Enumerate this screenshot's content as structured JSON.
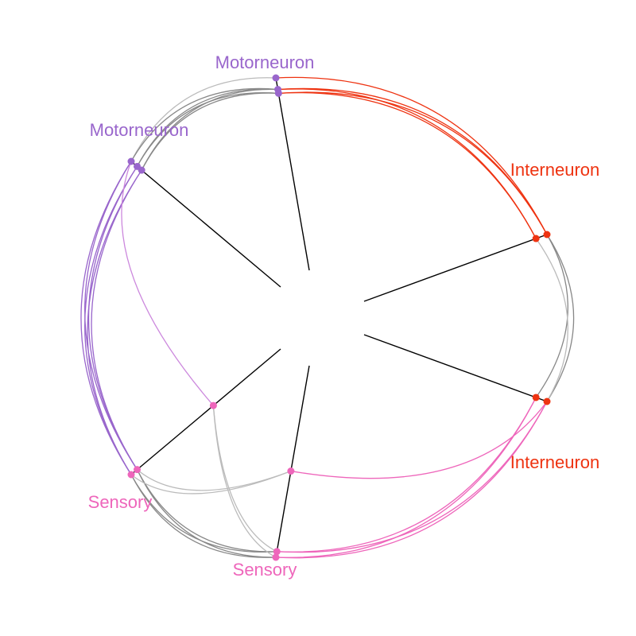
{
  "colors": {
    "motorneuron": "#9966cc",
    "interneuron": "#ee3311",
    "sensory": "#ee66bb",
    "gray_edge": "#888888",
    "light_gray_edge": "#bbbbbb",
    "axis": "#000000",
    "background": "#ffffff"
  },
  "axes": {
    "labels": [
      "Motorneuron",
      "Motorneuron",
      "Interneuron",
      "Interneuron",
      "Sensory",
      "Sensory"
    ]
  },
  "chart_data": {
    "type": "hive-plot",
    "axes": [
      {
        "label": "Motorneuron",
        "group": "motorneuron"
      },
      {
        "label": "Interneuron",
        "group": "interneuron"
      },
      {
        "label": "Interneuron",
        "group": "interneuron"
      },
      {
        "label": "Sensory",
        "group": "sensory"
      },
      {
        "label": "Sensory",
        "group": "sensory"
      },
      {
        "label": "Motorneuron",
        "group": "motorneuron"
      }
    ],
    "nodes": [
      {
        "id": "m1a",
        "axis": 0,
        "r": 1.0
      },
      {
        "id": "m1b",
        "axis": 0,
        "r": 0.94
      },
      {
        "id": "m1c",
        "axis": 0,
        "r": 0.92
      },
      {
        "id": "i1a",
        "axis": 1,
        "r": 1.0
      },
      {
        "id": "i1b",
        "axis": 1,
        "r": 0.94
      },
      {
        "id": "i2a",
        "axis": 2,
        "r": 1.0
      },
      {
        "id": "i2b",
        "axis": 2,
        "r": 0.94
      },
      {
        "id": "s1a",
        "axis": 3,
        "r": 1.0
      },
      {
        "id": "s1b",
        "axis": 3,
        "r": 0.97
      },
      {
        "id": "s1c",
        "axis": 3,
        "r": 0.55
      },
      {
        "id": "s2a",
        "axis": 4,
        "r": 1.0
      },
      {
        "id": "s2b",
        "axis": 4,
        "r": 0.96
      },
      {
        "id": "s2c",
        "axis": 4,
        "r": 0.45
      },
      {
        "id": "m2a",
        "axis": 5,
        "r": 1.0
      },
      {
        "id": "m2b",
        "axis": 5,
        "r": 0.96
      },
      {
        "id": "m2c",
        "axis": 5,
        "r": 0.93
      }
    ],
    "edges": [
      {
        "from": "m1a",
        "to": "i1a",
        "color": "interneuron"
      },
      {
        "from": "m1b",
        "to": "i1a",
        "color": "interneuron"
      },
      {
        "from": "m1b",
        "to": "i1b",
        "color": "interneuron"
      },
      {
        "from": "m1c",
        "to": "i1a",
        "color": "interneuron"
      },
      {
        "from": "m1c",
        "to": "i1b",
        "color": "interneuron"
      },
      {
        "from": "i1a",
        "to": "i2a",
        "color": "gray"
      },
      {
        "from": "i1a",
        "to": "i2b",
        "color": "gray"
      },
      {
        "from": "i1b",
        "to": "i2a",
        "color": "light_gray"
      },
      {
        "from": "i2a",
        "to": "s1a",
        "color": "sensory"
      },
      {
        "from": "i2a",
        "to": "s1b",
        "color": "sensory"
      },
      {
        "from": "i2b",
        "to": "s1a",
        "color": "sensory"
      },
      {
        "from": "i2b",
        "to": "s1b",
        "color": "sensory"
      },
      {
        "from": "i2a",
        "to": "s1c",
        "color": "sensory"
      },
      {
        "from": "s1a",
        "to": "s2a",
        "color": "gray"
      },
      {
        "from": "s1a",
        "to": "s2b",
        "color": "gray"
      },
      {
        "from": "s1b",
        "to": "s2a",
        "color": "gray"
      },
      {
        "from": "s1b",
        "to": "s2b",
        "color": "gray"
      },
      {
        "from": "s1a",
        "to": "s2c",
        "color": "light_gray"
      },
      {
        "from": "s1b",
        "to": "s2c",
        "color": "light_gray"
      },
      {
        "from": "s1c",
        "to": "s2b",
        "color": "light_gray"
      },
      {
        "from": "s1c",
        "to": "s2a",
        "color": "light_gray"
      },
      {
        "from": "s2a",
        "to": "m2a",
        "color": "motorneuron"
      },
      {
        "from": "s2a",
        "to": "m2b",
        "color": "motorneuron"
      },
      {
        "from": "s2b",
        "to": "m2a",
        "color": "motorneuron"
      },
      {
        "from": "s2b",
        "to": "m2b",
        "color": "motorneuron"
      },
      {
        "from": "s2b",
        "to": "m2c",
        "color": "motorneuron"
      },
      {
        "from": "s2a",
        "to": "m2c",
        "color": "motorneuron"
      },
      {
        "from": "s2c",
        "to": "m2a",
        "color": "motorneuron_light"
      },
      {
        "from": "m2a",
        "to": "m1a",
        "color": "light_gray"
      },
      {
        "from": "m2a",
        "to": "m1b",
        "color": "gray"
      },
      {
        "from": "m2b",
        "to": "m1b",
        "color": "gray"
      },
      {
        "from": "m2b",
        "to": "m1c",
        "color": "gray"
      },
      {
        "from": "m2c",
        "to": "m1c",
        "color": "gray"
      },
      {
        "from": "m2c",
        "to": "m1b",
        "color": "gray"
      }
    ]
  }
}
